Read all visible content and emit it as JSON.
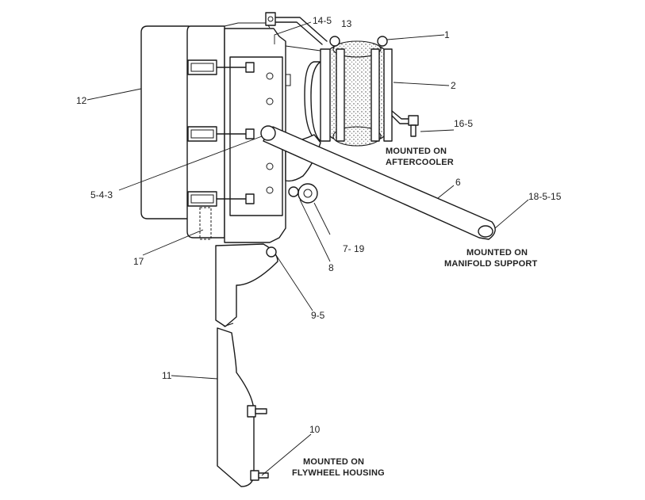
{
  "callouts": {
    "c1": "1",
    "c2": "2",
    "c5_4_3": "5-4-3",
    "c6": "6",
    "c7_19": "7- 19",
    "c8": "8",
    "c9_5": "9-5",
    "c10": "10",
    "c11": "11",
    "c12": "12",
    "c13": "13",
    "c14_5": "14-5",
    "c16_5": "16-5",
    "c17": "17",
    "c18_5_15": "18-5-15"
  },
  "notes": {
    "aftercooler_line1": "MOUNTED ON",
    "aftercooler_line2": "AFTERCOOLER",
    "manifold_line1": "MOUNTED ON",
    "manifold_line2": "MANIFOLD SUPPORT",
    "flywheel_line1": "MOUNTED ON",
    "flywheel_line2": "FLYWHEEL HOUSING"
  }
}
